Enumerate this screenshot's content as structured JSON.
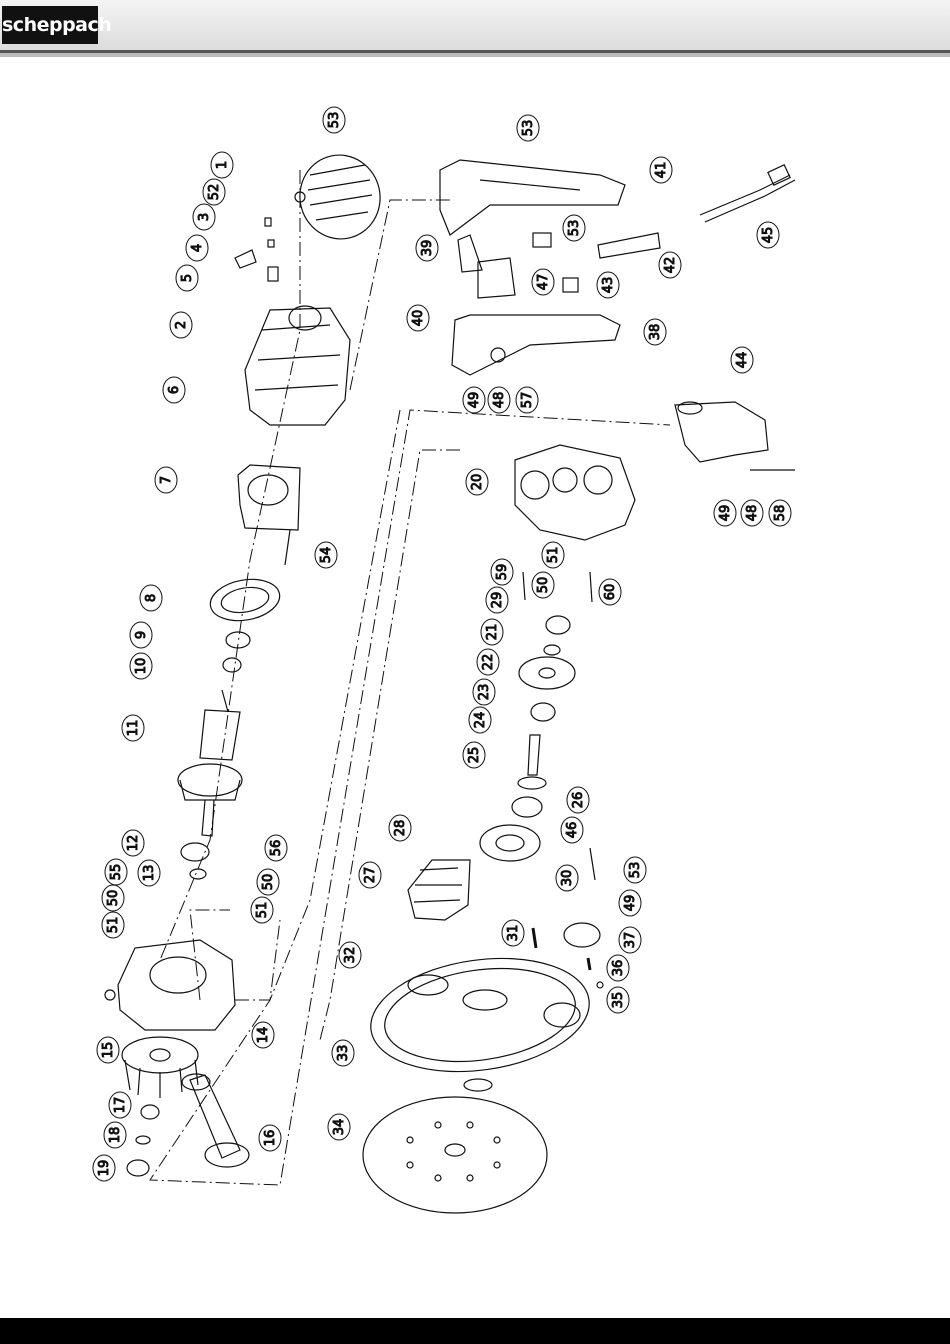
{
  "header": {
    "brand": "scheppach"
  },
  "diagram": {
    "callouts": [
      {
        "id": "p53a",
        "label": "53"
      },
      {
        "id": "p1",
        "label": "1"
      },
      {
        "id": "p52",
        "label": "52"
      },
      {
        "id": "p3",
        "label": "3"
      },
      {
        "id": "p4",
        "label": "4"
      },
      {
        "id": "p5",
        "label": "5"
      },
      {
        "id": "p2",
        "label": "2"
      },
      {
        "id": "p6",
        "label": "6"
      },
      {
        "id": "p7",
        "label": "7"
      },
      {
        "id": "p54",
        "label": "54"
      },
      {
        "id": "p8",
        "label": "8"
      },
      {
        "id": "p9",
        "label": "9"
      },
      {
        "id": "p10",
        "label": "10"
      },
      {
        "id": "p11",
        "label": "11"
      },
      {
        "id": "p12",
        "label": "12"
      },
      {
        "id": "p13",
        "label": "13"
      },
      {
        "id": "p55",
        "label": "55"
      },
      {
        "id": "p50a",
        "label": "50"
      },
      {
        "id": "p51a",
        "label": "51"
      },
      {
        "id": "p56",
        "label": "56"
      },
      {
        "id": "p50b",
        "label": "50"
      },
      {
        "id": "p51b",
        "label": "51"
      },
      {
        "id": "p14",
        "label": "14"
      },
      {
        "id": "p15",
        "label": "15"
      },
      {
        "id": "p17",
        "label": "17"
      },
      {
        "id": "p18",
        "label": "18"
      },
      {
        "id": "p19",
        "label": "19"
      },
      {
        "id": "p16",
        "label": "16"
      },
      {
        "id": "p53b",
        "label": "53"
      },
      {
        "id": "p41",
        "label": "41"
      },
      {
        "id": "p45",
        "label": "45"
      },
      {
        "id": "p39",
        "label": "39"
      },
      {
        "id": "p47",
        "label": "47"
      },
      {
        "id": "p53c",
        "label": "53"
      },
      {
        "id": "p42",
        "label": "42"
      },
      {
        "id": "p43",
        "label": "43"
      },
      {
        "id": "p40",
        "label": "40"
      },
      {
        "id": "p38",
        "label": "38"
      },
      {
        "id": "p49a",
        "label": "49"
      },
      {
        "id": "p48a",
        "label": "48"
      },
      {
        "id": "p57",
        "label": "57"
      },
      {
        "id": "p44",
        "label": "44"
      },
      {
        "id": "p20",
        "label": "20"
      },
      {
        "id": "p49b",
        "label": "49"
      },
      {
        "id": "p48b",
        "label": "48"
      },
      {
        "id": "p58",
        "label": "58"
      },
      {
        "id": "p51c",
        "label": "51"
      },
      {
        "id": "p59",
        "label": "59"
      },
      {
        "id": "p50c",
        "label": "50"
      },
      {
        "id": "p29",
        "label": "29"
      },
      {
        "id": "p60",
        "label": "60"
      },
      {
        "id": "p21",
        "label": "21"
      },
      {
        "id": "p22",
        "label": "22"
      },
      {
        "id": "p23",
        "label": "23"
      },
      {
        "id": "p24",
        "label": "24"
      },
      {
        "id": "p25",
        "label": "25"
      },
      {
        "id": "p26",
        "label": "26"
      },
      {
        "id": "p46",
        "label": "46"
      },
      {
        "id": "p28",
        "label": "28"
      },
      {
        "id": "p27",
        "label": "27"
      },
      {
        "id": "p30",
        "label": "30"
      },
      {
        "id": "p53d",
        "label": "53"
      },
      {
        "id": "p49c",
        "label": "49"
      },
      {
        "id": "p31",
        "label": "31"
      },
      {
        "id": "p37",
        "label": "37"
      },
      {
        "id": "p32",
        "label": "32"
      },
      {
        "id": "p36",
        "label": "36"
      },
      {
        "id": "p35",
        "label": "35"
      },
      {
        "id": "p33",
        "label": "33"
      },
      {
        "id": "p34",
        "label": "34"
      }
    ]
  }
}
